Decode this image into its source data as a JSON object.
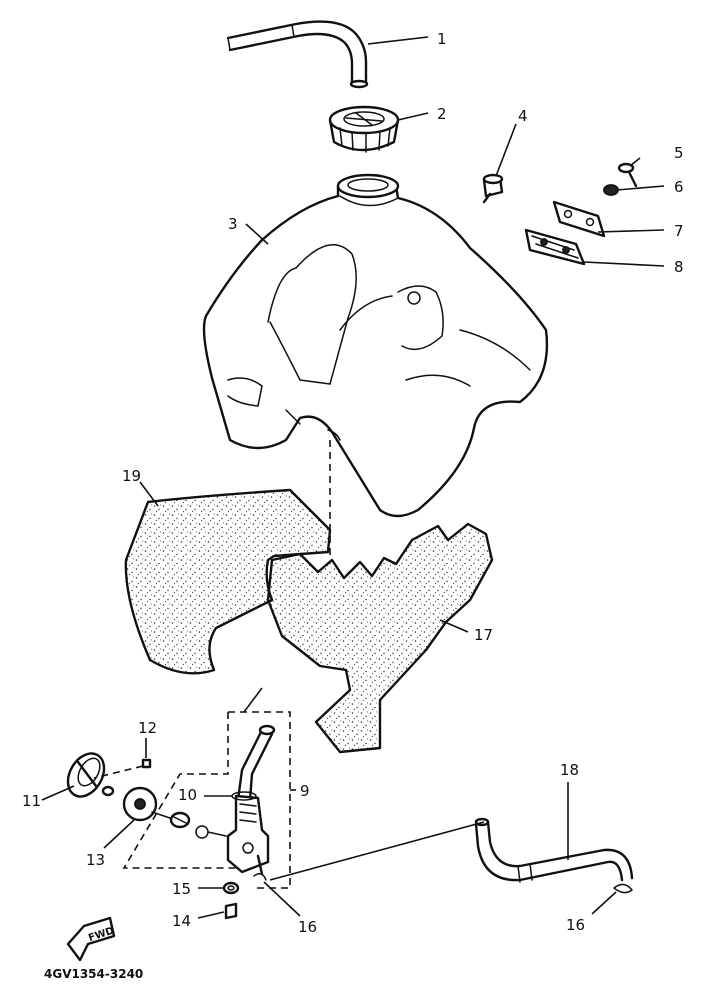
{
  "diagram": {
    "part_labels": {
      "p1": "1",
      "p2": "2",
      "p3": "3",
      "p4": "4",
      "p5": "5",
      "p6": "6",
      "p7": "7",
      "p8": "8",
      "p9": "9",
      "p10": "10",
      "p11": "11",
      "p12": "12",
      "p13": "13",
      "p14": "14",
      "p15": "15",
      "p16a": "16",
      "p16b": "16",
      "p17": "17",
      "p18": "18",
      "p19": "19"
    },
    "fwd_label": "FWD",
    "drawing_code": "4GV1354-3240"
  }
}
